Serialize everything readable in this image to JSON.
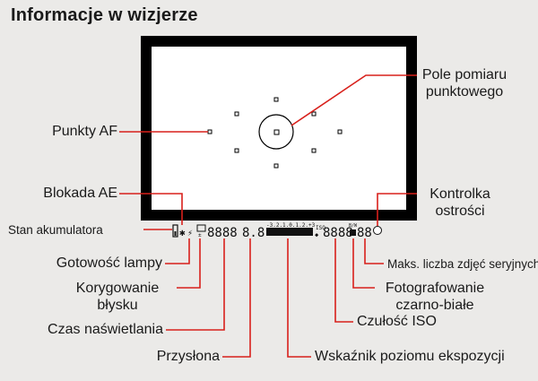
{
  "title": "Informacje w wizjerze",
  "labels": {
    "spot_metering": "Pole pomiaru\npunktowego",
    "af_points": "Punkty AF",
    "ae_lock": "Blokada AE",
    "battery": "Stan akumulatora",
    "flash_ready": "Gotowość lampy",
    "flash_comp": "Korygowanie\nbłysku",
    "shutter": "Czas naświetlania",
    "aperture": "Przysłona",
    "exposure_level": "Wskaźnik poziomu ekspozycji",
    "iso": "Czułość ISO",
    "monochrome": "Fotografowanie\nczarno-białe",
    "max_burst": "Maks. liczba zdjęć seryjnych",
    "focus_confirm": "Kontrolka\nostrości"
  },
  "lcd": {
    "shutter_digits": "8888",
    "aperture_digits": "8.8",
    "iso_label": "ISO",
    "iso_digits": "8888",
    "burst_digits": "88",
    "bw_label": "B/W"
  }
}
